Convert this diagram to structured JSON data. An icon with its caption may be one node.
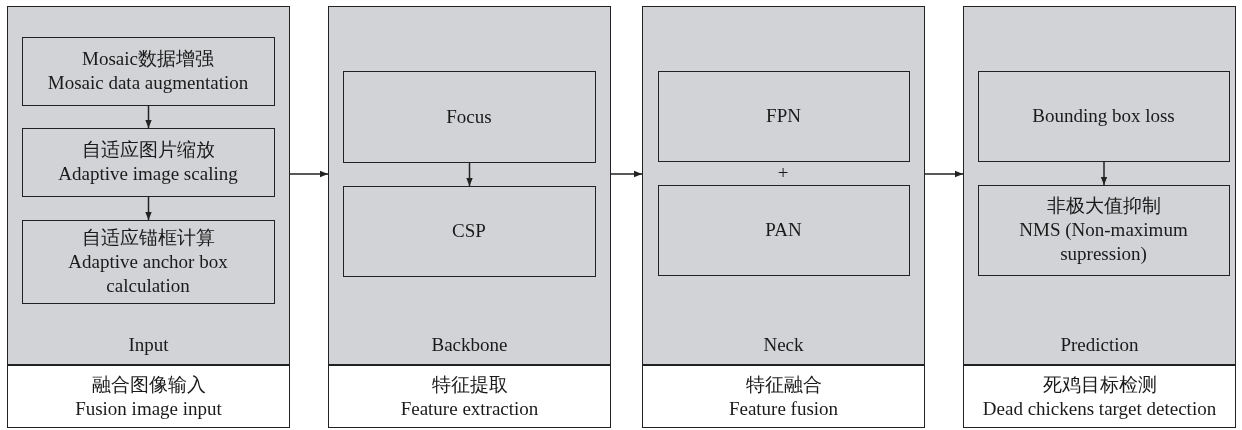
{
  "diagram": {
    "nodes": [
      {
        "text": [
          "Input"
        ]
      },
      {
        "text": [
          "Mosaic数据增强",
          "Mosaic data augmentation"
        ],
        "in": 0
      },
      {
        "text": [
          "自适应图片缩放",
          "Adaptive image scaling"
        ],
        "in": 0
      },
      {
        "text": [
          "自适应锚框计算",
          "Adaptive anchor box calculation"
        ],
        "in": 0
      },
      {
        "text": [
          "融合图像输入",
          "Fusion image input"
        ]
      },
      {
        "text": [
          "Backbone"
        ]
      },
      {
        "text": [
          "Focus"
        ],
        "in": 5
      },
      {
        "text": [
          "CSP"
        ],
        "in": 5
      },
      {
        "text": [
          "特征提取",
          "Feature extraction"
        ]
      },
      {
        "text": [
          "Neck"
        ]
      },
      {
        "text": [
          "FPN"
        ],
        "in": 9
      },
      {
        "text": [
          "PAN"
        ],
        "in": 9
      },
      {
        "text": [
          "特征融合",
          "Feature fusion"
        ]
      },
      {
        "text": [
          "Prediction"
        ]
      },
      {
        "text": [
          "Bounding box loss"
        ],
        "in": 13
      },
      {
        "text": [
          "非极大值抑制",
          "NMS (Non-maximum supression)"
        ],
        "in": 13
      },
      {
        "text": [
          "死鸡目标检测",
          "Dead chickens target detection"
        ]
      }
    ],
    "edges": [
      {
        "from": 1,
        "to": 2,
        "arrow": "to"
      },
      {
        "from": 2,
        "to": 3,
        "arrow": "to"
      },
      {
        "from": 0,
        "to": 5,
        "arrow": "to"
      },
      {
        "from": 6,
        "to": 7,
        "arrow": "to"
      },
      {
        "from": 5,
        "to": 9,
        "arrow": "to"
      },
      {
        "from": 9,
        "to": 13,
        "arrow": "to"
      },
      {
        "from": 14,
        "to": 15,
        "arrow": "to"
      }
    ],
    "labels": [
      "+"
    ]
  }
}
